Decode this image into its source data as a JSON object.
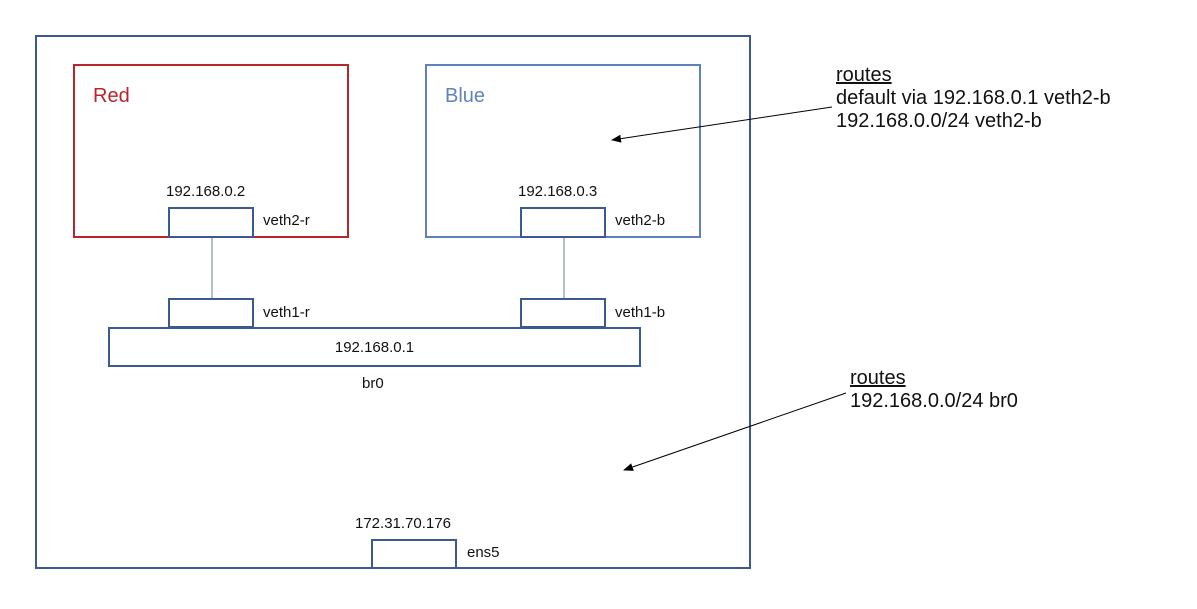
{
  "host": {
    "interface": {
      "name": "ens5",
      "ip": "172.31.70.176"
    }
  },
  "namespaces": {
    "red": {
      "name": "Red",
      "color": "#b8262b",
      "veth": "veth2-r",
      "ip": "192.168.0.2"
    },
    "blue": {
      "name": "Blue",
      "color": "#5f82bf",
      "veth": "veth2-b",
      "ip": "192.168.0.3"
    }
  },
  "bridge": {
    "name": "br0",
    "ip": "192.168.0.1",
    "ports": {
      "red": "veth1-r",
      "blue": "veth1-b"
    }
  },
  "routes": {
    "blue": {
      "heading": "routes",
      "lines": [
        "default via 192.168.0.1 veth2-b",
        "192.168.0.0/24 veth2-b"
      ]
    },
    "host": {
      "heading": "routes",
      "lines": [
        "192.168.0.0/24 br0"
      ]
    }
  }
}
